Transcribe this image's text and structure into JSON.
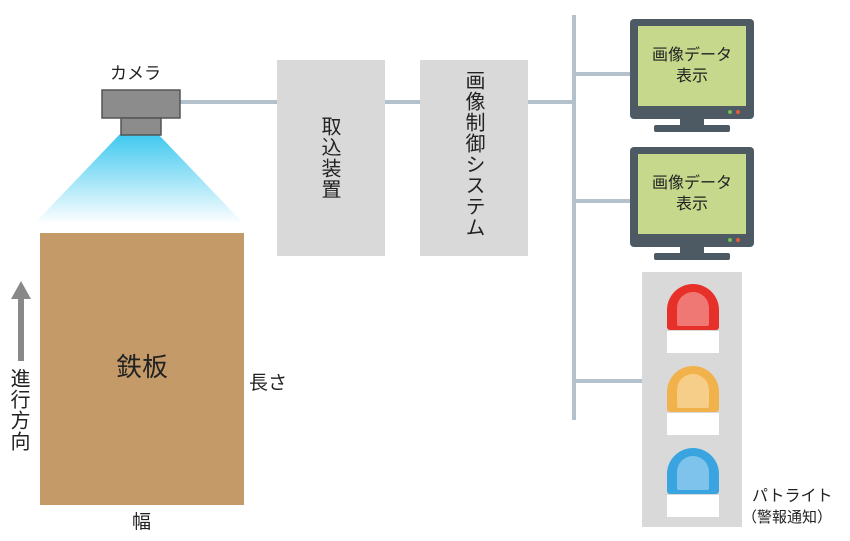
{
  "labels": {
    "camera": "カメラ",
    "plate": "鉄板",
    "length": "長さ",
    "width": "幅",
    "direction": "進行方向",
    "capture": "取込装置",
    "control": "画像制御システム",
    "monitor1_line1": "画像データ",
    "monitor1_line2": "表示",
    "monitor2_line1": "画像データ",
    "monitor2_line2": "表示",
    "patlite_line1": "パトライト",
    "patlite_line2": "（警報通知）"
  },
  "colors": {
    "plate": "#c49a68",
    "box": "#d9d9d9",
    "connector": "#b3c1cd",
    "camera_body": "#8c8c8c",
    "camera_lens": "#8c8c8c",
    "beam_top": "#3fc8ef",
    "monitor_frame": "#4d5a64",
    "monitor_screen": "#c5d88c",
    "lamp_red": "#e8302a",
    "lamp_yellow": "#f2b24b",
    "lamp_blue": "#3aa4e0",
    "arrow": "#888888"
  },
  "icons": [
    "camera-icon",
    "monitor-icon",
    "patlite-icon",
    "up-arrow-icon"
  ]
}
